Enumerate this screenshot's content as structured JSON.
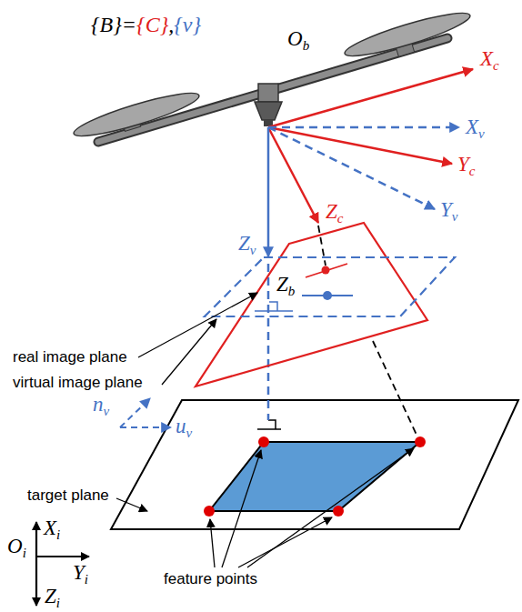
{
  "diagram": {
    "labels": [
      "{B}={C},{v}",
      "Ob",
      "Xc",
      "Xv",
      "Yc",
      "Zc",
      "Yv",
      "Zv",
      "Zb",
      "real image plane",
      "virtual image plane",
      "nv",
      "uv",
      "target plane",
      "Xi",
      "Oi",
      "Yi",
      "Zi",
      "feature points"
    ]
  }
}
